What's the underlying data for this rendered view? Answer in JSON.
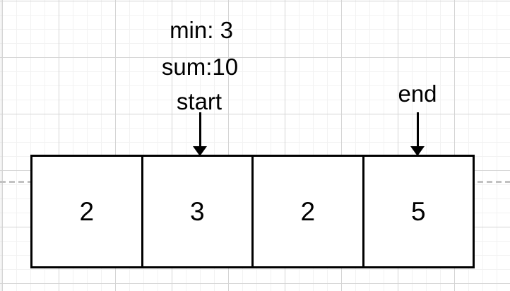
{
  "diagram": {
    "annotations": {
      "min": "min: 3",
      "sum": "sum:10"
    },
    "pointers": [
      {
        "label": "start",
        "target_cell_index": 1
      },
      {
        "label": "end",
        "target_cell_index": 3
      }
    ],
    "array": {
      "cells": [
        "2",
        "3",
        "2",
        "5"
      ]
    },
    "colors": {
      "stroke": "#000000",
      "text": "#000000",
      "cell_fill": "#ffffff",
      "canvas_bg": "#ffffff",
      "grid_minor": "#f2f2f2",
      "grid_major": "#d4d4d4",
      "dashed_guide": "#c2c2c2"
    }
  }
}
